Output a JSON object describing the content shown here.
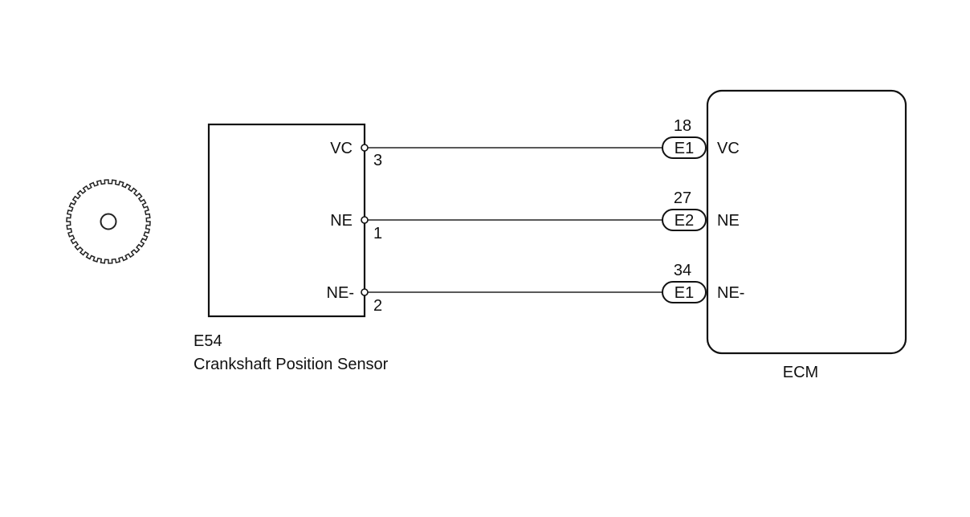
{
  "sensor": {
    "code": "E54",
    "name": "Crankshaft Position Sensor",
    "pins": [
      {
        "signal": "VC",
        "pin": "3"
      },
      {
        "signal": "NE",
        "pin": "1"
      },
      {
        "signal": "NE-",
        "pin": "2"
      }
    ]
  },
  "ecm": {
    "label": "ECM",
    "terminals": [
      {
        "pin": "18",
        "connector": "E1",
        "signal": "VC"
      },
      {
        "pin": "27",
        "connector": "E2",
        "signal": "NE"
      },
      {
        "pin": "34",
        "connector": "E1",
        "signal": "NE-"
      }
    ]
  }
}
